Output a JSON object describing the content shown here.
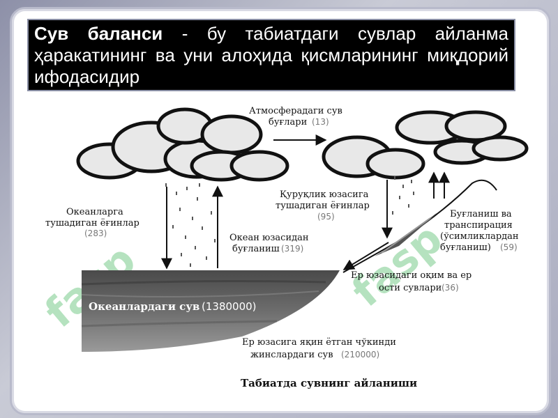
{
  "header": {
    "term": "Сув баланси",
    "definition": " - бу табиатдаги сувлар айланма ҳаракатининг ва уни алоҳида қисмларининг миқдорий ифодасидир"
  },
  "watermark": "fasp",
  "diagram": {
    "caption": "Табиатда сувнинг айланиши",
    "atmosphere_vapor": {
      "line1": "Атмосферадаги сув",
      "line2": "буғлари",
      "value": "(13)"
    },
    "ocean_precip": {
      "line1": "Океанларга",
      "line2": "тушадиган ёғинлар",
      "value": "(283)"
    },
    "ocean_evap": {
      "line1": "Океан юзасидан",
      "line2": "буғланиш",
      "value": "(319)"
    },
    "land_precip": {
      "line1": "Қуруқлик юзасига",
      "line2": "тушадиган ёғинлар",
      "value": "(95)"
    },
    "evapotranspiration": {
      "line1": "Буғланиш ва",
      "line2": "транспирация",
      "line3": "(ўсимликлардан",
      "line4": "буғланиш)",
      "value": "(59)"
    },
    "surface_runoff": {
      "line1": "Ер юзасидаги оқим ва ер",
      "line2": "ости сувлари",
      "value": "(36)"
    },
    "ocean_water": {
      "label": "Океанлардаги сув",
      "value": "(1380000)"
    },
    "groundwater": {
      "line1": "Ер юзасига яқин ётган чўкинди",
      "line2": "жинслардаги сув",
      "value": "(210000)"
    }
  },
  "colors": {
    "header_bg": "#000000",
    "header_text": "#ffffff",
    "watermark": "#2fae4a"
  }
}
